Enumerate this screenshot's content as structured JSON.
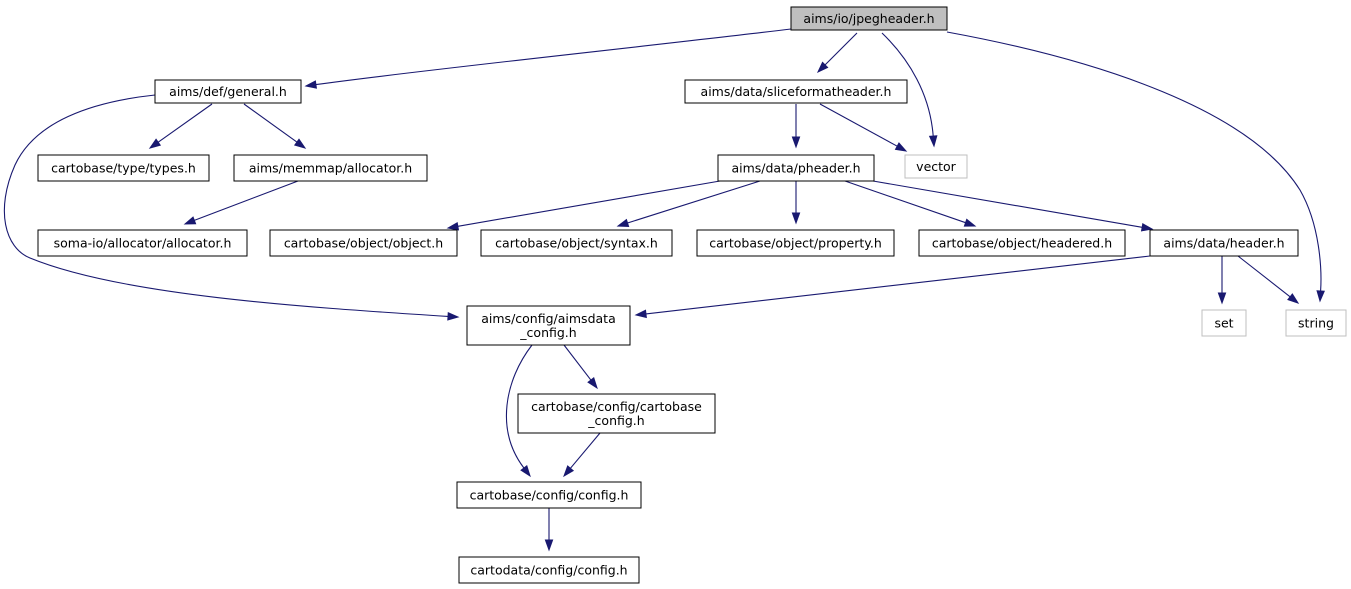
{
  "colors": {
    "edge": "#191970",
    "root_fill": "#bfbfbf",
    "node_border": "#000000",
    "external_border": "#bfbfbf"
  },
  "nodes": [
    {
      "id": "jpegheader",
      "lines": [
        "aims/io/jpegheader.h"
      ],
      "kind": "root"
    },
    {
      "id": "general",
      "lines": [
        "aims/def/general.h"
      ],
      "kind": "normal"
    },
    {
      "id": "sliceformat",
      "lines": [
        "aims/data/sliceformatheader.h"
      ],
      "kind": "normal"
    },
    {
      "id": "types",
      "lines": [
        "cartobase/type/types.h"
      ],
      "kind": "normal"
    },
    {
      "id": "allocator",
      "lines": [
        "aims/memmap/allocator.h"
      ],
      "kind": "normal"
    },
    {
      "id": "vector",
      "lines": [
        "vector"
      ],
      "kind": "external"
    },
    {
      "id": "pheader",
      "lines": [
        "aims/data/pheader.h"
      ],
      "kind": "normal"
    },
    {
      "id": "somaalloc",
      "lines": [
        "soma-io/allocator/allocator.h"
      ],
      "kind": "normal"
    },
    {
      "id": "object",
      "lines": [
        "cartobase/object/object.h"
      ],
      "kind": "normal"
    },
    {
      "id": "syntax",
      "lines": [
        "cartobase/object/syntax.h"
      ],
      "kind": "normal"
    },
    {
      "id": "property",
      "lines": [
        "cartobase/object/property.h"
      ],
      "kind": "normal"
    },
    {
      "id": "headered",
      "lines": [
        "cartobase/object/headered.h"
      ],
      "kind": "normal"
    },
    {
      "id": "header",
      "lines": [
        "aims/data/header.h"
      ],
      "kind": "normal"
    },
    {
      "id": "aimsdata_config",
      "lines": [
        "aims/config/aimsdata",
        "_config.h"
      ],
      "kind": "normal"
    },
    {
      "id": "set",
      "lines": [
        "set"
      ],
      "kind": "external"
    },
    {
      "id": "string",
      "lines": [
        "string"
      ],
      "kind": "external"
    },
    {
      "id": "cartobase_config",
      "lines": [
        "cartobase/config/cartobase",
        "_config.h"
      ],
      "kind": "normal"
    },
    {
      "id": "config",
      "lines": [
        "cartobase/config/config.h"
      ],
      "kind": "normal"
    },
    {
      "id": "cartodata_config",
      "lines": [
        "cartodata/config/config.h"
      ],
      "kind": "normal"
    }
  ],
  "edges": [
    {
      "from": "jpegheader",
      "to": "general"
    },
    {
      "from": "jpegheader",
      "to": "sliceformat"
    },
    {
      "from": "jpegheader",
      "to": "vector"
    },
    {
      "from": "jpegheader",
      "to": "string"
    },
    {
      "from": "general",
      "to": "types"
    },
    {
      "from": "general",
      "to": "allocator"
    },
    {
      "from": "general",
      "to": "aimsdata_config"
    },
    {
      "from": "allocator",
      "to": "somaalloc"
    },
    {
      "from": "sliceformat",
      "to": "pheader"
    },
    {
      "from": "sliceformat",
      "to": "vector"
    },
    {
      "from": "pheader",
      "to": "object"
    },
    {
      "from": "pheader",
      "to": "syntax"
    },
    {
      "from": "pheader",
      "to": "property"
    },
    {
      "from": "pheader",
      "to": "headered"
    },
    {
      "from": "pheader",
      "to": "header"
    },
    {
      "from": "header",
      "to": "aimsdata_config"
    },
    {
      "from": "header",
      "to": "set"
    },
    {
      "from": "header",
      "to": "string"
    },
    {
      "from": "aimsdata_config",
      "to": "cartobase_config"
    },
    {
      "from": "aimsdata_config",
      "to": "config"
    },
    {
      "from": "cartobase_config",
      "to": "config"
    },
    {
      "from": "config",
      "to": "cartodata_config"
    }
  ]
}
